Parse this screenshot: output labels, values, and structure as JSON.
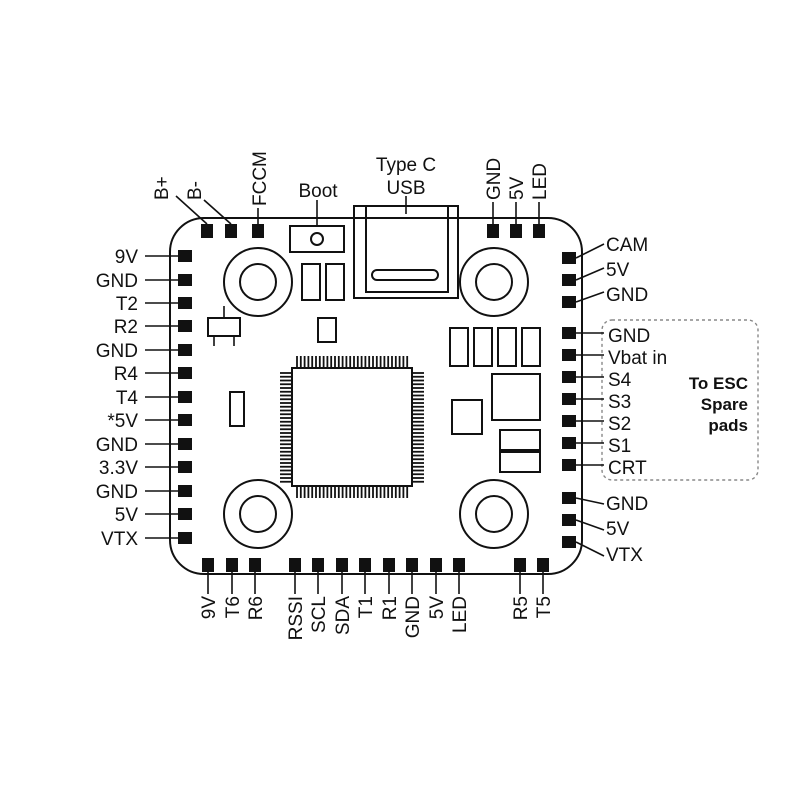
{
  "top_labels": {
    "b_plus": "B+",
    "b_minus": "B-",
    "fccm": "FCCM",
    "boot": "Boot",
    "type_c": "Type C",
    "usb": "USB",
    "gnd": "GND",
    "five_v": "5V",
    "led": "LED"
  },
  "left_labels": [
    "9V",
    "GND",
    "T2",
    "R2",
    "GND",
    "R4",
    "T4",
    "*5V",
    "GND",
    "3.3V",
    "GND",
    "5V",
    "VTX"
  ],
  "right_labels": {
    "cam": "CAM",
    "five_v_top": "5V",
    "gnd_top": "GND",
    "esc_pads": [
      "GND",
      "Vbat in",
      "S4",
      "S3",
      "S2",
      "S1",
      "CRT"
    ],
    "gnd_bottom": "GND",
    "five_v_bottom": "5V",
    "vtx": "VTX"
  },
  "esc_note": [
    "To ESC",
    "Spare",
    "pads"
  ],
  "bottom_labels": [
    "9V",
    "T6",
    "R6",
    "RSSI",
    "SCL",
    "SDA",
    "T1",
    "R1",
    "GND",
    "5V",
    "LED",
    "R5",
    "T5"
  ],
  "colors": {
    "ink": "#111111",
    "background": "#ffffff",
    "dashed_box": "#888888"
  }
}
